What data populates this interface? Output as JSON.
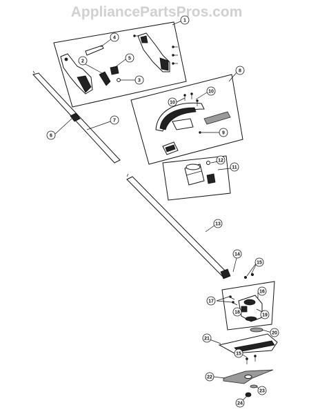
{
  "watermark": "AppliancePartsPros.com",
  "callouts": [
    "1",
    "2",
    "3",
    "4",
    "5",
    "6",
    "7",
    "8",
    "9",
    "10",
    "10",
    "11",
    "12",
    "13",
    "14",
    "15",
    "16",
    "17",
    "18",
    "19",
    "20",
    "21",
    "15",
    "22",
    "23",
    "24"
  ]
}
